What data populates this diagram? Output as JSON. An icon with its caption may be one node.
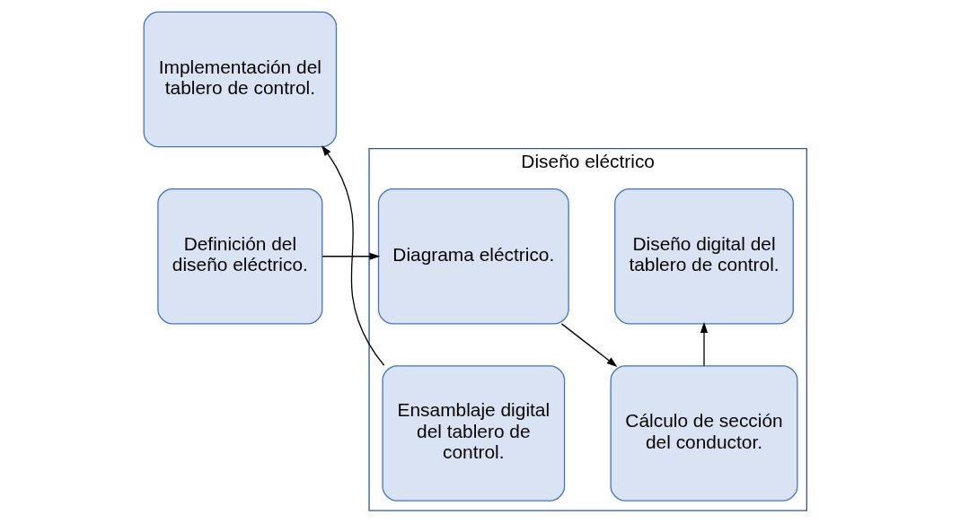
{
  "diagram": {
    "nodes": [
      {
        "text": [
          "Definición del diseño eléctrico."
        ]
      },
      {
        "text": [
          "Diseño eléctrico"
        ]
      },
      {
        "text": [
          "Diagrama eléctrico."
        ],
        "in": 1
      },
      {
        "text": [
          "Cálculo de sección del conductor."
        ],
        "in": 1
      },
      {
        "text": [
          "Implementación del tablero de control."
        ]
      },
      {
        "text": [
          "Ensamblaje digital del tablero de control."
        ],
        "in": 1
      },
      {
        "text": [
          "Diseño digital del tablero de control."
        ],
        "in": 1
      }
    ],
    "edges": [
      {
        "from": 0,
        "to": 2,
        "arrow": "to"
      },
      {
        "from": 2,
        "to": 3,
        "arrow": "to"
      },
      {
        "from": 3,
        "to": 6,
        "arrow": "to"
      },
      {
        "from": 5,
        "to": 4,
        "arrow": "to"
      }
    ]
  }
}
